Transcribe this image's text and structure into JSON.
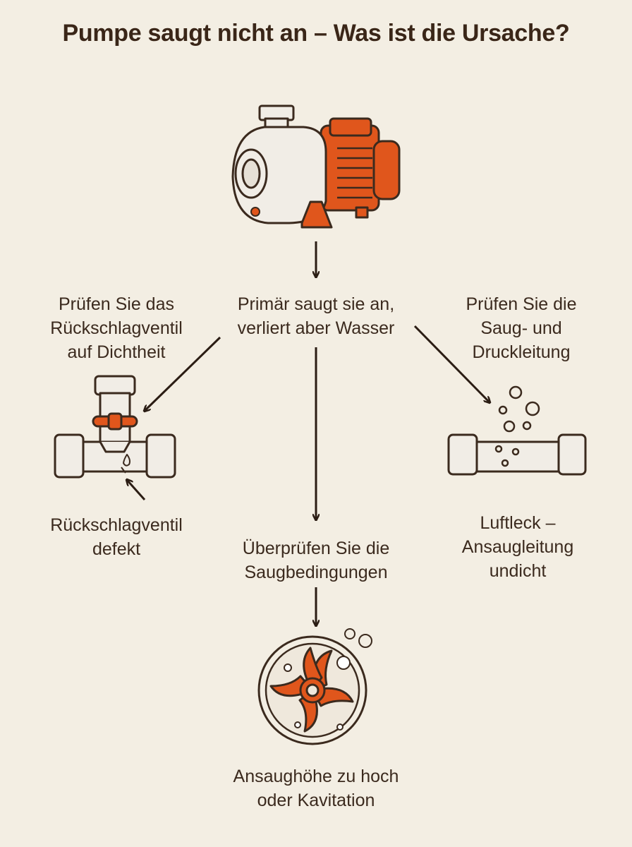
{
  "title": "Pumpe saugt nicht an – Was ist die Ursache?",
  "center_node": [
    "Primär saugt sie an,",
    "verliert aber Wasser"
  ],
  "left_check": [
    "Prüfen Sie das",
    "Rückschlagventil",
    "auf Dichtheit"
  ],
  "left_cause": [
    "Rückschlagventil",
    "defekt"
  ],
  "right_check": [
    "Prüfen Sie die",
    "Saug- und",
    "Druckleitung"
  ],
  "right_cause": [
    "Luftleck –",
    "Ansaugleitung",
    "undicht"
  ],
  "middle_check": [
    "Überprüfen Sie die",
    "Saugbedingungen"
  ],
  "bottom_cause": [
    "Ansaughöhe zu hoch",
    "oder Kavitation"
  ],
  "colors": {
    "background": "#f3eee3",
    "accent": "#e0561c",
    "outline": "#3b2a1e",
    "metal": "#f1ede6"
  },
  "icons": [
    "pump-icon",
    "check-valve-icon",
    "air-leak-pipe-icon",
    "cavitation-impeller-icon"
  ]
}
